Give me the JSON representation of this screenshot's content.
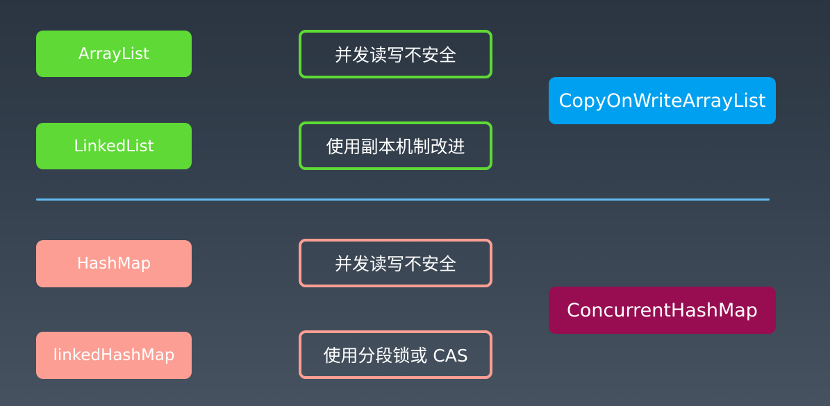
{
  "list_section": {
    "classes": [
      "ArrayList",
      "LinkedList"
    ],
    "issue": "并发读写不安全",
    "fix": "使用副本机制改进",
    "solution": "CopyOnWriteArrayList"
  },
  "map_section": {
    "classes": [
      "HashMap",
      "linkedHashMap"
    ],
    "issue": "并发读写不安全",
    "fix": "使用分段锁或 CAS",
    "solution": "ConcurrentHashMap"
  },
  "colors": {
    "list_class": "#5ed935",
    "map_class": "#fc9e93",
    "list_solution": "#00a0f0",
    "map_solution": "#980d51",
    "divider": "#61b9f0"
  }
}
